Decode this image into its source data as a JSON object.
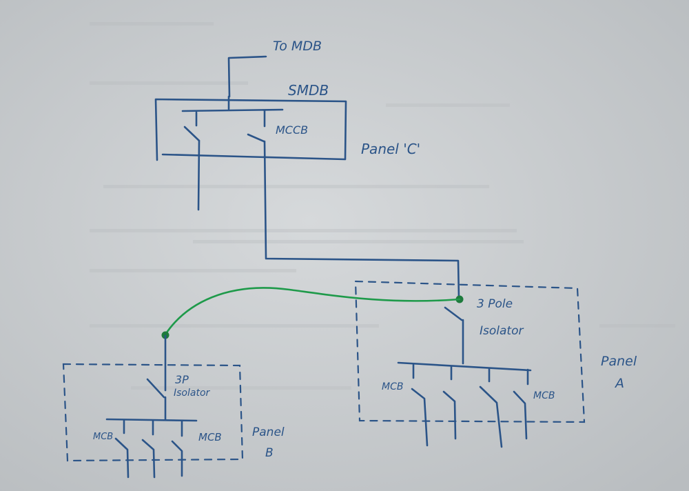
{
  "labels": {
    "to_mdb": "To MDB",
    "smdb": "SMDB",
    "panel_c": "Panel 'C'",
    "mccb_c": "MCCB",
    "three_pole_isolator_line1": "3 Pole",
    "three_pole_isolator_line2": "Isolator",
    "panel_a_line1": "Panel",
    "panel_a_line2": "A",
    "mcb_a_left": "MCB",
    "mcb_a_right": "MCB",
    "isolator_b_line1": "3P",
    "isolator_b_line2": "Isolator",
    "mcb_b_left": "MCB",
    "mcb_b_right": "MCB",
    "panel_b_line1": "Panel",
    "panel_b_line2": "B"
  },
  "colors": {
    "paper": "#c9cdd0",
    "ink_blue": "#2b5488",
    "ink_green": "#1e9a4a"
  }
}
